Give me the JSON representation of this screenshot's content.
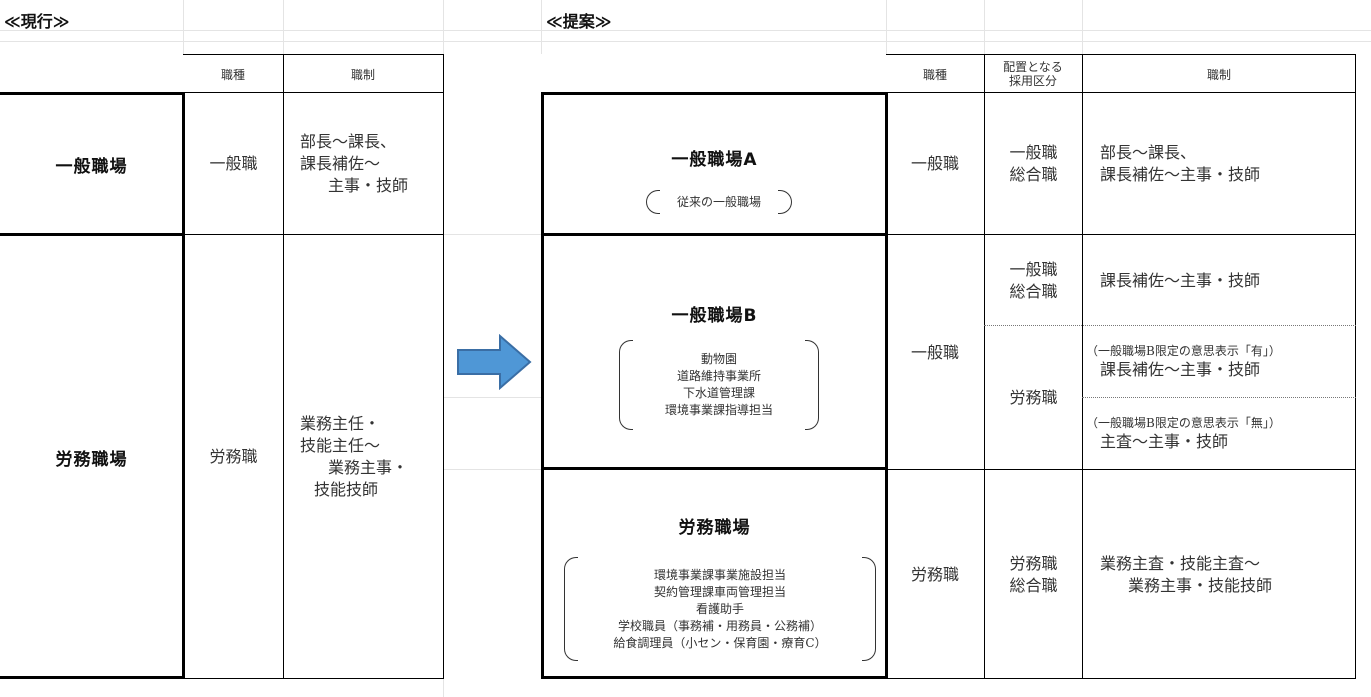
{
  "current": {
    "title": "≪現行≫",
    "headers": {
      "job_type": "職種",
      "rank": "職制"
    },
    "rows": [
      {
        "workplace": "一般職場",
        "job_type": "一般職",
        "rank_lines": [
          "部長～課長、",
          "課長補佐～",
          "主事・技師"
        ]
      },
      {
        "workplace": "労務職場",
        "job_type": "労務職",
        "rank_lines": [
          "業務主任・",
          "技能主任～",
          "業務主事・",
          "技能技師"
        ]
      }
    ]
  },
  "proposal": {
    "title": "≪提案≫",
    "headers": {
      "job_type": "職種",
      "hiring_lines": [
        "配置となる",
        "採用区分"
      ],
      "rank": "職制"
    },
    "workplaces": [
      {
        "name": "一般職場A",
        "sub_lines": [
          "従来の一般職場"
        ]
      },
      {
        "name": "一般職場B",
        "sub_lines": [
          "動物園",
          "道路維持事業所",
          "下水道管理課",
          "環境事業課指導担当"
        ]
      },
      {
        "name": "労務職場",
        "sub_lines": [
          "環境事業課事業施設担当",
          "契約管理課車両管理担当",
          "看護助手",
          "学校職員（事務補・用務員・公務補）",
          "給食調理員（小セン・保育園・療育C）"
        ]
      }
    ],
    "job_types": [
      "一般職",
      "一般職",
      "労務職"
    ],
    "hiring": [
      [
        "一般職",
        "総合職"
      ],
      [
        "一般職",
        "総合職"
      ],
      [
        "労務職"
      ],
      [
        "労務職",
        "総合職"
      ]
    ],
    "ranks": {
      "a": [
        "部長～課長、",
        "課長補佐～主事・技師"
      ],
      "b1": "課長補佐～主事・技師",
      "b2_note": "（一般職場B限定の意思表示「有」）",
      "b2": "課長補佐～主事・技師",
      "b3_note": "（一般職場B限定の意思表示「無」）",
      "b3": "主査～主事・技師",
      "c": [
        "業務主査・技能主査～",
        "業務主事・技能技師"
      ]
    }
  },
  "colors": {
    "arrow_fill": "#4f97d6",
    "arrow_stroke": "#3a6ea5",
    "grid": "#e4e4e4",
    "border": "#000000"
  }
}
